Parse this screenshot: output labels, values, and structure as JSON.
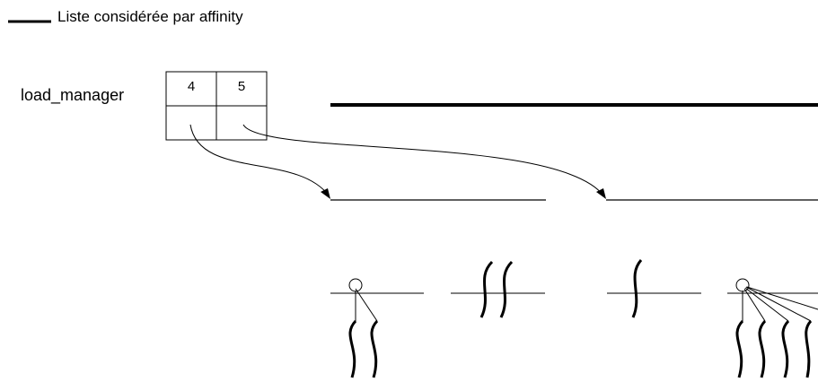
{
  "legend": {
    "label": "Liste considérée par affinity"
  },
  "load_manager": {
    "label": "load_manager",
    "cells": [
      "4",
      "5"
    ]
  },
  "colors": {
    "ink": "#000000",
    "background": "#ffffff"
  },
  "icons": [
    "thread-squiggle-icon",
    "circle-node-icon",
    "arrow-icon"
  ]
}
